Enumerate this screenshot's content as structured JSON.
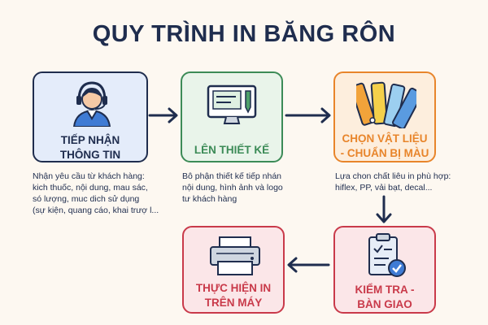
{
  "title": "QUY TRÌNH IN BĂNG RÔN",
  "steps": [
    {
      "label_lines": [
        "TIẾP NHẬN",
        "THÔNG TIN"
      ],
      "icon": "customer-support-headset-icon",
      "color": "#1f2d4e",
      "desc_lines": [
        "Nhận yêu cầu từ khách hàng:",
        "kich thuốc, nội dung, mau sác,",
        "só lượng, muc dich sử dụng",
        "(sự kiện, quang cáo, khai trượ l..."
      ]
    },
    {
      "label_lines": [
        "LÊN THIẾT KẾ"
      ],
      "icon": "monitor-design-icon",
      "color": "#3c8b57",
      "desc_lines": [
        "Bô phận thiết kế tiếp nhán",
        "nội dung, hình ảnh và logo",
        "tư khách hàng"
      ]
    },
    {
      "label_lines": [
        "CHỌN VẬT LIỆU",
        "- CHUẨN BỊ MÀU"
      ],
      "icon": "color-swatch-icon",
      "color": "#e8852b",
      "desc_lines": [
        "Lựa chon chất liêu in phù hợp:",
        "hiflex, PP, vải bạt, decal..."
      ]
    },
    {
      "label_lines": [
        "KIỂM TRA -",
        "BÀN GIAO"
      ],
      "icon": "checklist-clipboard-icon",
      "color": "#c93a4a"
    },
    {
      "label_lines": [
        "THỰC HIỆN IN",
        "TRÊN MÁY"
      ],
      "icon": "printer-icon",
      "color": "#c93a4a"
    }
  ]
}
